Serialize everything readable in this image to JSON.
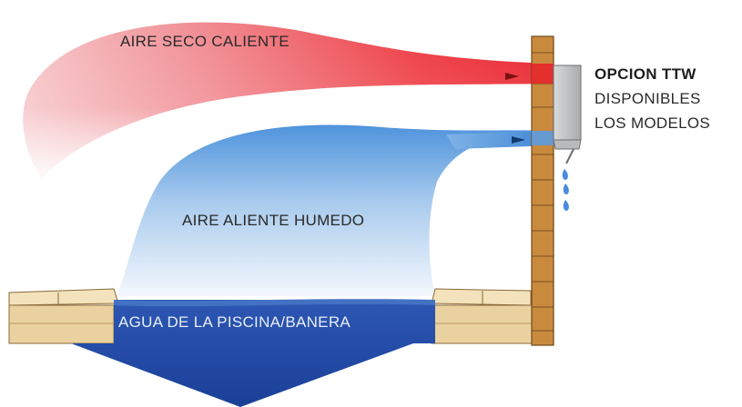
{
  "labels": {
    "hot_dry_air": "AIRE SECO CALIENTE",
    "warm_humid_air": "AIRE ALIENTE HUMEDO",
    "pool_water": "AGUA DE LA PISCINA/BANERA"
  },
  "ttw_option": {
    "title": "OPCION TTW",
    "line1": "DISPONIBLES",
    "line2": "LOS MODELOS"
  },
  "colors": {
    "hot_air": "#e8202a",
    "humid_air": "#3f86d6",
    "water": "#1f4aa8",
    "wall_brick": "#c98a3e",
    "deck": "#ead2a0",
    "unit": "#c9cbcc"
  },
  "icons": [
    "water-drop-icon",
    "arrow-icon"
  ]
}
